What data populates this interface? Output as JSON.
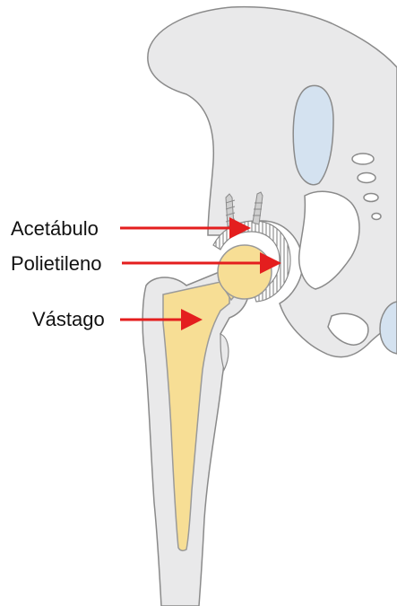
{
  "labels": {
    "acetabulo": "Acetábulo",
    "polietileno": "Polietileno",
    "vastago": "Vástago"
  },
  "colors": {
    "bone_fill": "#e9e9ea",
    "bone_stroke": "#8a8a8a",
    "cartilage_blue": "#d4e2f0",
    "implant_yellow": "#f7de95",
    "implant_stroke": "#9a9a9a",
    "cup_hatch": "#7a7a7a",
    "arrow_red": "#e41e1e"
  }
}
